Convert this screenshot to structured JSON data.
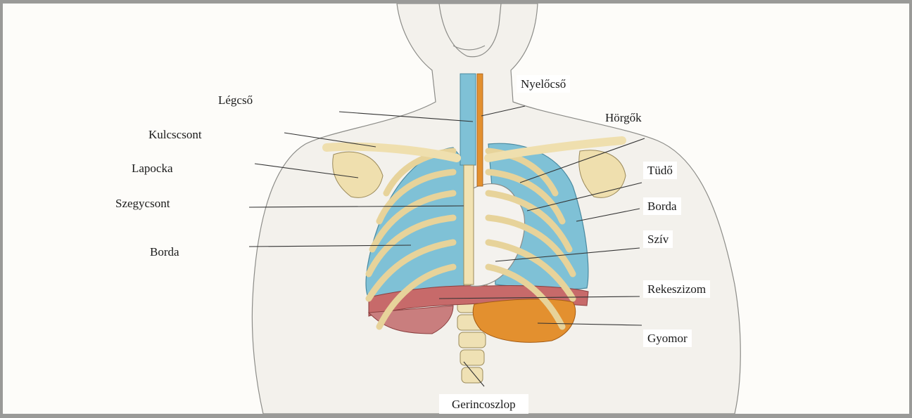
{
  "diagram": {
    "labels": {
      "legcso": "Légcső",
      "kulcscsont": "Kulcscsont",
      "lapocka": "Lapocka",
      "szegycsont": "Szegycsont",
      "borda_left": "Borda",
      "nyelocso": "Nyelőcső",
      "horgok": "Hörgők",
      "tudo": "Tüdő",
      "borda_right": "Borda",
      "sziv": "Szív",
      "rekeszizom": "Rekeszizom",
      "gyomor": "Gyomor",
      "gerincoszlop": "Gerincoszlop"
    },
    "colors": {
      "lung": "#7fc1d6",
      "bone": "#f1e2b2",
      "heart": "#f4f2ee",
      "diaphragm": "#c76a6a",
      "stomach": "#e3902f",
      "skin_outline": "#8c8c88",
      "leader_line": "#333333"
    }
  }
}
